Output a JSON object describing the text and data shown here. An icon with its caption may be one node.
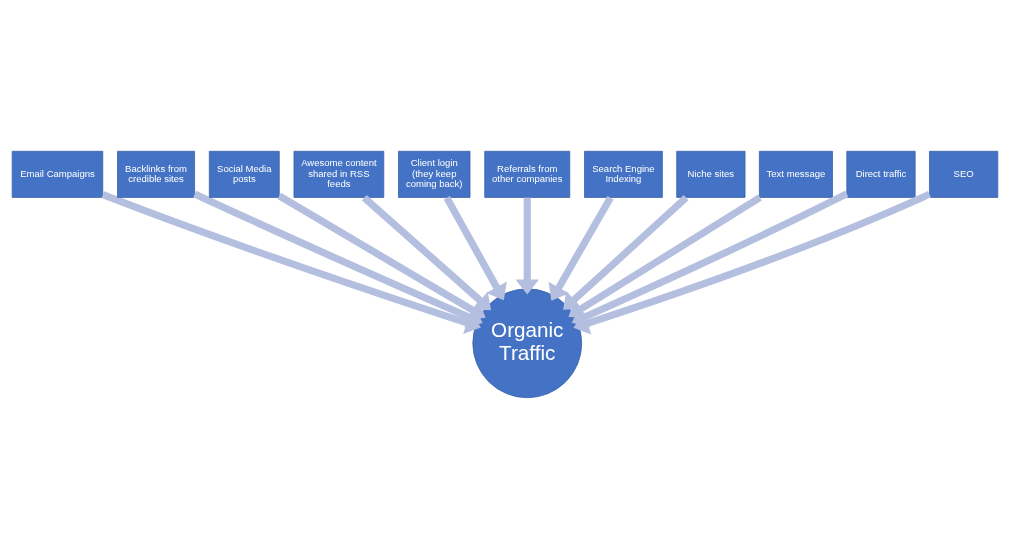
{
  "diagram": {
    "nodes": [
      {
        "text": [
          "Email Campaigns"
        ]
      },
      {
        "text": [
          "Backlinks from credible sites"
        ]
      },
      {
        "text": [
          "Social Media posts"
        ]
      },
      {
        "text": [
          "Awesome content shared in RSS feeds"
        ]
      },
      {
        "text": [
          "Client login (they keep coming back)"
        ]
      },
      {
        "text": [
          "Referrals from other companies"
        ]
      },
      {
        "text": [
          "Search Engine Indexing"
        ]
      },
      {
        "text": [
          "Niche sites"
        ]
      },
      {
        "text": [
          "Text message"
        ]
      },
      {
        "text": [
          "Direct traffic"
        ]
      },
      {
        "text": [
          "SEO"
        ]
      },
      {
        "text": [
          "Organic Traffic"
        ]
      }
    ],
    "edges": [
      {
        "from": 0,
        "to": 11,
        "arrow": "to"
      },
      {
        "from": 1,
        "to": 11,
        "arrow": "to"
      },
      {
        "from": 2,
        "to": 11,
        "arrow": "to"
      },
      {
        "from": 3,
        "to": 11,
        "arrow": "to"
      },
      {
        "from": 4,
        "to": 11,
        "arrow": "to"
      },
      {
        "from": 5,
        "to": 11,
        "arrow": "to"
      },
      {
        "from": 6,
        "to": 11,
        "arrow": "to"
      },
      {
        "from": 7,
        "to": 11,
        "arrow": "to"
      },
      {
        "from": 8,
        "to": 11,
        "arrow": "to"
      },
      {
        "from": 9,
        "to": 11,
        "arrow": "to"
      },
      {
        "from": 10,
        "to": 11,
        "arrow": "to"
      }
    ]
  }
}
